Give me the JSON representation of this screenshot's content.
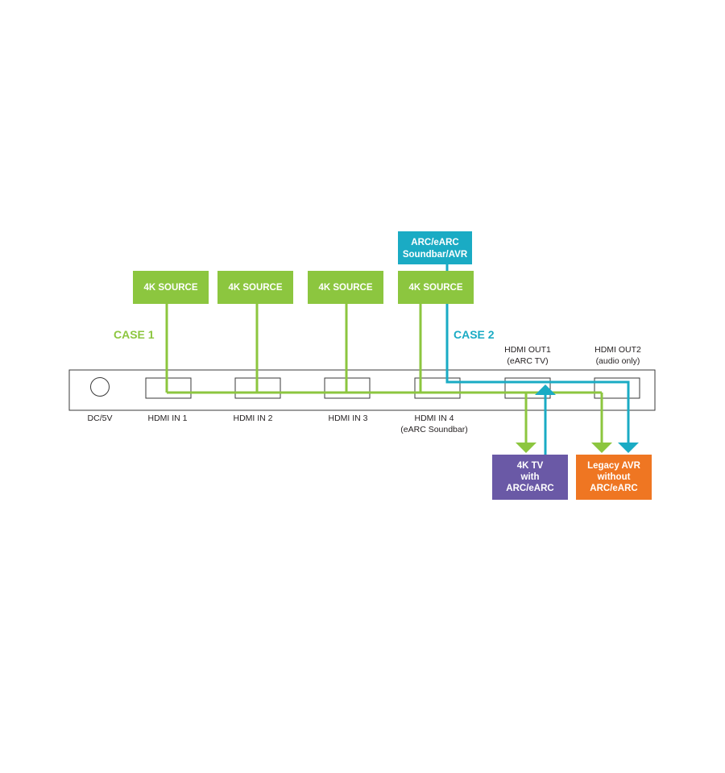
{
  "colors": {
    "case1": "#8cc63f",
    "case2": "#1aabc4",
    "tv": "#6a59a6",
    "avr": "#ef7622",
    "device_stroke": "#3a3a3a"
  },
  "sources": [
    {
      "label": "4K SOURCE"
    },
    {
      "label": "4K SOURCE"
    },
    {
      "label": "4K SOURCE"
    },
    {
      "label": "4K SOURCE"
    }
  ],
  "soundbar": {
    "line1": "ARC/eARC",
    "line2": "Soundbar/AVR"
  },
  "case1": {
    "label": "CASE 1"
  },
  "case2": {
    "label": "CASE 2"
  },
  "ports": {
    "dc": "DC/5V",
    "in1": "HDMI IN 1",
    "in2": "HDMI IN 2",
    "in3": "HDMI IN 3",
    "in4_line1": "HDMI IN 4",
    "in4_line2": "(eARC Soundbar)",
    "out1_line1": "HDMI OUT1",
    "out1_line2": "(eARC TV)",
    "out2_line1": "HDMI OUT2",
    "out2_line2": "(audio only)"
  },
  "tv": {
    "line1": "4K TV",
    "line2": "with",
    "line3": "ARC/eARC"
  },
  "avr": {
    "line1": "Legacy AVR",
    "line2": "without",
    "line3": "ARC/eARC"
  }
}
